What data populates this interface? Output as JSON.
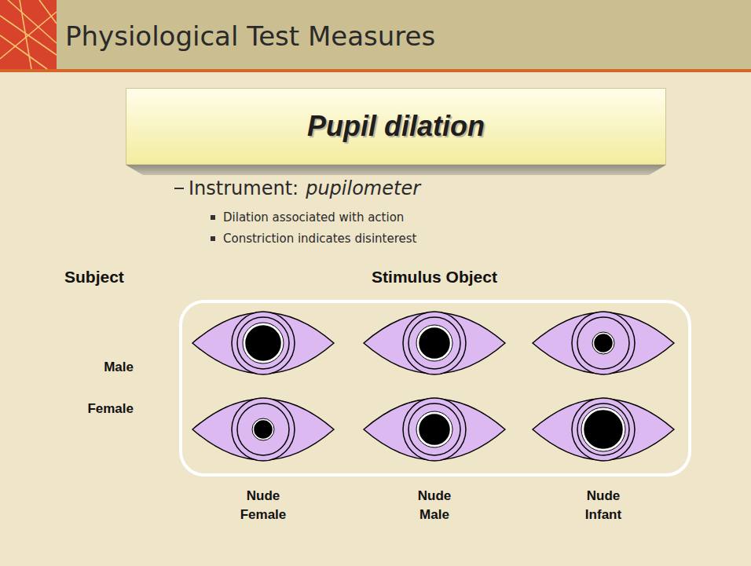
{
  "diagram": {
    "title": "Physiological Test Measures",
    "nodes": [
      {
        "text": [
          "Pupil dilation"
        ]
      }
    ],
    "labels": [
      "Instrument:",
      "pupilometer",
      "Dilation associated with action",
      "Constriction indicates disinterest",
      "Subject",
      "Stimulus Object",
      "Male",
      "Female",
      "Nude Female",
      "Nude Male",
      "Nude Infant"
    ]
  }
}
